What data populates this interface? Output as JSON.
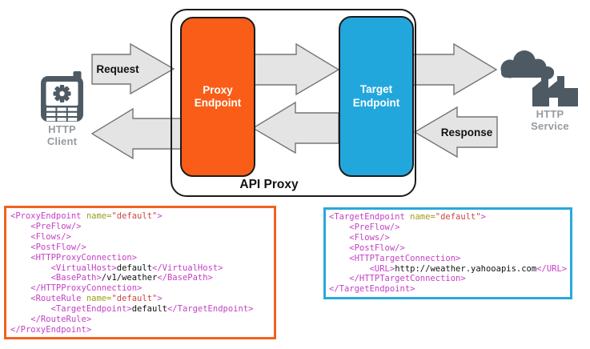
{
  "colors": {
    "proxy": "#F95D17",
    "target": "#22A7DC",
    "outline": "#1B1B1B",
    "arrow_fill": "#E4E4E4",
    "arrow_stroke": "#757575",
    "icon": "#4D5A64",
    "label": "#949CA1",
    "tag": "#C43FC4",
    "attr": "#9C9C1B",
    "val": "#CC4545",
    "txt": "#111111"
  },
  "diagram": {
    "api_proxy_label": "API Proxy",
    "request_label": "Request",
    "response_label": "Response",
    "client": {
      "icon": "mobile-phone-icon",
      "line1": "HTTP",
      "line2": "Client"
    },
    "service": {
      "icon": "factory-icon",
      "line1": "HTTP",
      "line2": "Service"
    },
    "proxy_endpoint": {
      "line1": "Proxy",
      "line2": "Endpoint"
    },
    "target_endpoint": {
      "line1": "Target",
      "line2": "Endpoint"
    }
  },
  "code_blocks": [
    {
      "name": "proxy-endpoint-xml",
      "border_color": "#F4611D",
      "lines": [
        [
          [
            "tag",
            "<ProxyEndpoint"
          ],
          [
            "txt",
            " "
          ],
          [
            "attr",
            "name="
          ],
          [
            "val",
            "\"default\""
          ],
          [
            "tag",
            ">"
          ]
        ],
        [
          [
            "tag",
            "    <PreFlow/>"
          ]
        ],
        [
          [
            "tag",
            "    <Flows/>"
          ]
        ],
        [
          [
            "tag",
            "    <PostFlow/>"
          ]
        ],
        [
          [
            "tag",
            "    <HTTPProxyConnection>"
          ]
        ],
        [
          [
            "tag",
            "        <VirtualHost>"
          ],
          [
            "txt",
            "default"
          ],
          [
            "tag",
            "</VirtualHost>"
          ]
        ],
        [
          [
            "tag",
            "        <BasePath>"
          ],
          [
            "txt",
            "/v1/weather"
          ],
          [
            "tag",
            "</BasePath>"
          ]
        ],
        [
          [
            "tag",
            "    </HTTPProxyConnection>"
          ]
        ],
        [
          [
            "tag",
            "    <RouteRule"
          ],
          [
            "txt",
            " "
          ],
          [
            "attr",
            "name="
          ],
          [
            "val",
            "\"default\""
          ],
          [
            "tag",
            ">"
          ]
        ],
        [
          [
            "tag",
            "        <TargetEndpoint>"
          ],
          [
            "txt",
            "default"
          ],
          [
            "tag",
            "</TargetEndpoint>"
          ]
        ],
        [
          [
            "tag",
            "    </RouteRule>"
          ]
        ],
        [
          [
            "tag",
            "</ProxyEndpoint>"
          ]
        ]
      ]
    },
    {
      "name": "target-endpoint-xml",
      "border_color": "#29A8DC",
      "lines": [
        [
          [
            "tag",
            "<TargetEndpoint"
          ],
          [
            "txt",
            " "
          ],
          [
            "attr",
            "name="
          ],
          [
            "val",
            "\"default\""
          ],
          [
            "tag",
            ">"
          ]
        ],
        [
          [
            "tag",
            "    <PreFlow/>"
          ]
        ],
        [
          [
            "tag",
            "    <Flows/>"
          ]
        ],
        [
          [
            "tag",
            "    <PostFlow/>"
          ]
        ],
        [
          [
            "tag",
            "    <HTTPTargetConnection>"
          ]
        ],
        [
          [
            "tag",
            "        <URL>"
          ],
          [
            "txt",
            "http://weather.yahooapis.com"
          ],
          [
            "tag",
            "</URL>"
          ]
        ],
        [
          [
            "tag",
            "    </HTTPTargetConnection>"
          ]
        ],
        [
          [
            "tag",
            "</TargetEndpoint>"
          ]
        ]
      ]
    }
  ]
}
